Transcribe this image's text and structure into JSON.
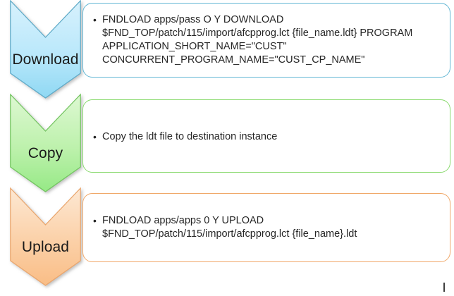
{
  "diagram": {
    "type": "vertical-chevron-process",
    "title": "",
    "steps": [
      {
        "id": "download",
        "label": "Download",
        "arrow_fill_top": "#cdeefb",
        "arrow_fill_bottom": "#8fd8f3",
        "arrow_stroke": "#5aa8c6",
        "box_border": "#63b7d4",
        "bullets": [
          "FNDLOAD apps/pass   O Y DOWNLOAD\n$FND_TOP/patch/115/import/afcpprog.lct {file_name.ldt} PROGRAM\nAPPLICATION_SHORT_NAME=\"CUST\"\nCONCURRENT_PROGRAM_NAME=\"CUST_CP_NAME\""
        ]
      },
      {
        "id": "copy",
        "label": "Copy",
        "arrow_fill_top": "#d6f5cb",
        "arrow_fill_bottom": "#96e986",
        "arrow_stroke": "#6fc35c",
        "box_border": "#8ada6f",
        "bullets": [
          "Copy the ldt file to destination instance"
        ]
      },
      {
        "id": "upload",
        "label": "Upload",
        "arrow_fill_top": "#fde0c4",
        "arrow_fill_bottom": "#f9bd86",
        "arrow_stroke": "#e9a濾",
        "box_border": "#f0a869",
        "bullets": [
          "FNDLOAD apps/apps 0 Y UPLOAD\n$FND_TOP/patch/115/import/afcpprog.lct {file_name}.ldt"
        ]
      }
    ]
  },
  "colors": {
    "background": "#ffffff",
    "text": "#262626",
    "label_text": "#1a1a1a"
  }
}
